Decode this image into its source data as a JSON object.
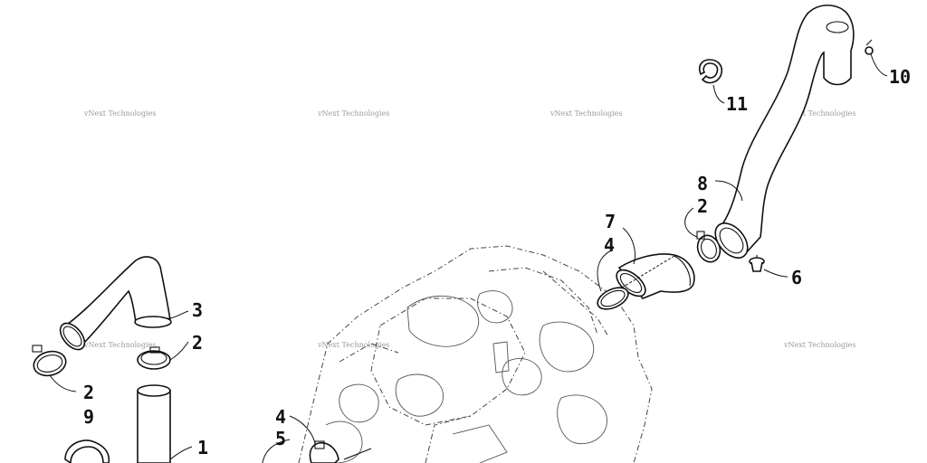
{
  "watermark": {
    "text": "vNext Technologies",
    "count": 7
  },
  "callouts": [
    "1",
    "2",
    "2",
    "2",
    "3",
    "4",
    "4",
    "5",
    "6",
    "7",
    "8",
    "9",
    "10",
    "11"
  ],
  "colors": {
    "line": "#111111",
    "watermark": "#9a9a9a",
    "background": "#ffffff"
  }
}
